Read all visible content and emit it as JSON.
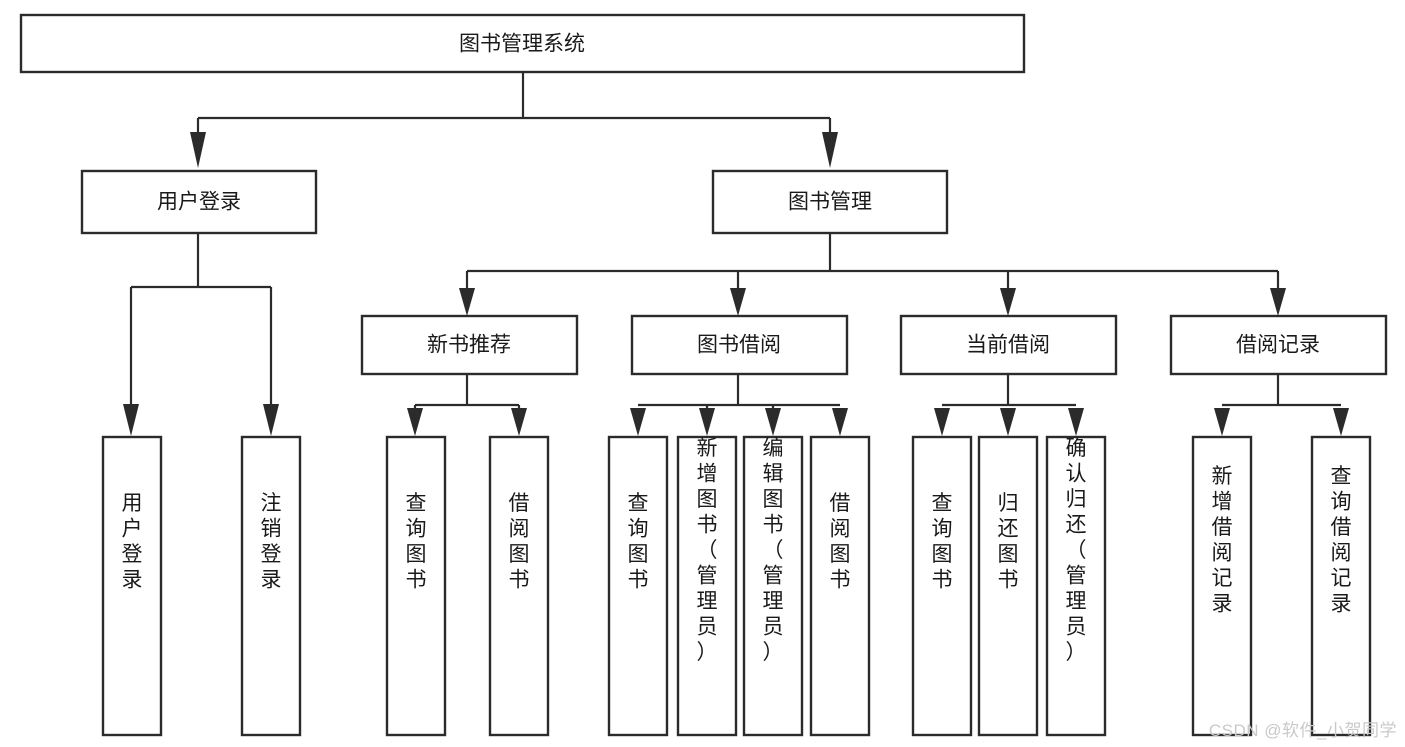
{
  "diagram": {
    "title": "图书管理系统",
    "type": "tree",
    "watermark": "CSDN @软件_小贺同学"
  },
  "chart_data": {
    "type": "tree",
    "title": "图书管理系统",
    "root": {
      "id": "root",
      "label": "图书管理系统",
      "children": [
        {
          "id": "user-login",
          "label": "用户登录",
          "children": [
            {
              "id": "user-login-action",
              "label": "用户登录"
            },
            {
              "id": "user-logout-action",
              "label": "注销登录"
            }
          ]
        },
        {
          "id": "book-management",
          "label": "图书管理",
          "children": [
            {
              "id": "new-book-recommend",
              "label": "新书推荐",
              "children": [
                {
                  "id": "rec-query-book",
                  "label": "查询图书"
                },
                {
                  "id": "rec-borrow-book",
                  "label": "借阅图书"
                }
              ]
            },
            {
              "id": "book-borrow",
              "label": "图书借阅",
              "children": [
                {
                  "id": "borrow-query-book",
                  "label": "查询图书"
                },
                {
                  "id": "borrow-add-book",
                  "label": "新增图书（管理员）"
                },
                {
                  "id": "borrow-edit-book",
                  "label": "编辑图书（管理员）"
                },
                {
                  "id": "borrow-borrow-book",
                  "label": "借阅图书"
                }
              ]
            },
            {
              "id": "current-borrow",
              "label": "当前借阅",
              "children": [
                {
                  "id": "cur-query-book",
                  "label": "查询图书"
                },
                {
                  "id": "cur-return-book",
                  "label": "归还图书"
                },
                {
                  "id": "cur-confirm-return",
                  "label": "确认归还（管理员）"
                }
              ]
            },
            {
              "id": "borrow-record",
              "label": "借阅记录",
              "children": [
                {
                  "id": "rec-add-record",
                  "label": "新增借阅记录"
                },
                {
                  "id": "rec-query-record",
                  "label": "查询借阅记录"
                }
              ]
            }
          ]
        }
      ]
    }
  },
  "nodes": {
    "root": {
      "label": "图书管理系统"
    },
    "level2": [
      {
        "label": "用户登录"
      },
      {
        "label": "图书管理"
      }
    ],
    "level3": [
      {
        "label": "新书推荐"
      },
      {
        "label": "图书借阅"
      },
      {
        "label": "当前借阅"
      },
      {
        "label": "借阅记录"
      }
    ],
    "leaves": [
      {
        "label": "用户登录"
      },
      {
        "label": "注销登录"
      },
      {
        "label": "查询图书"
      },
      {
        "label": "借阅图书"
      },
      {
        "label": "查询图书"
      },
      {
        "label": "新增图书（管理员）"
      },
      {
        "label": "编辑图书（管理员）"
      },
      {
        "label": "借阅图书"
      },
      {
        "label": "查询图书"
      },
      {
        "label": "归还图书"
      },
      {
        "label": "确认归还（管理员）"
      },
      {
        "label": "新增借阅记录"
      },
      {
        "label": "查询借阅记录"
      }
    ]
  },
  "colors": {
    "box_stroke": "#2b2b2b",
    "box_fill": "#ffffff",
    "text": "#1a1a1a",
    "connector": "#2b2b2b",
    "watermark": "#c9c9c9",
    "background": "#ffffff"
  }
}
